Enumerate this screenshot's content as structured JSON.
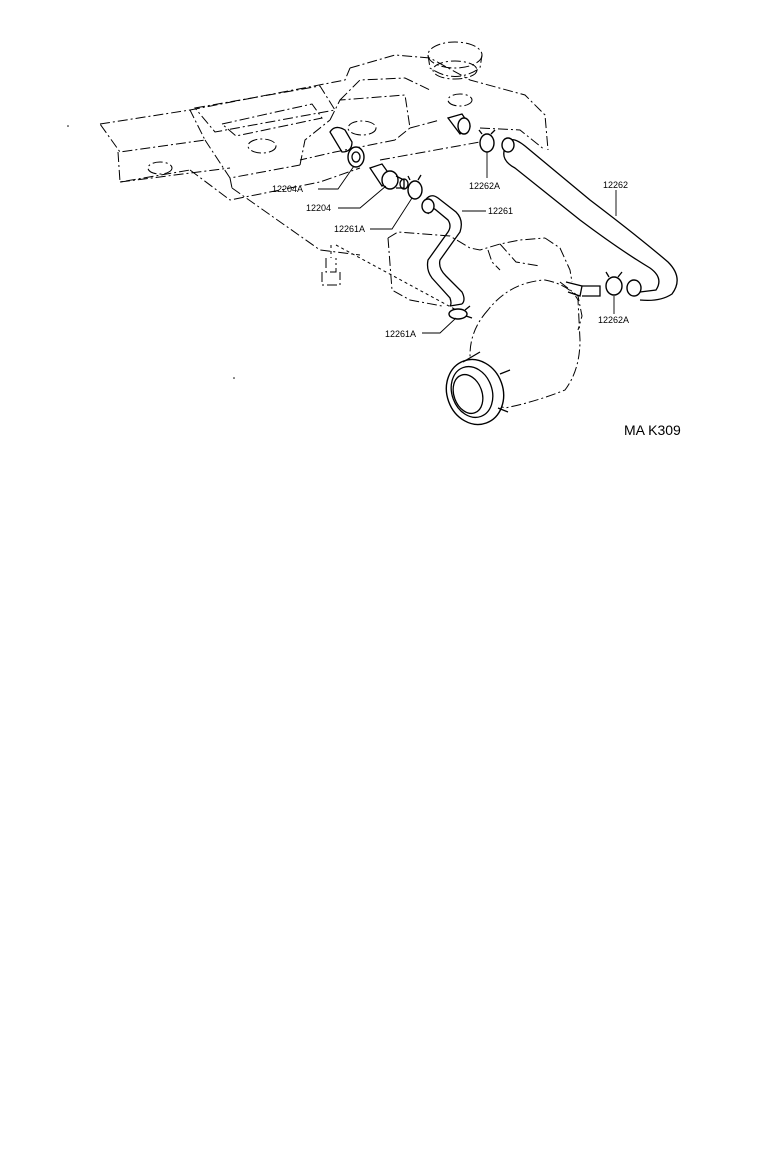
{
  "diagram": {
    "labels": {
      "p12204A": "12204A",
      "p12204": "12204",
      "p12261A_upper": "12261A",
      "p12261": "12261",
      "p12261A_lower": "12261A",
      "p12262A_upper": "12262A",
      "p12262": "12262",
      "p12262A_lower": "12262A"
    },
    "figure_code": "MA K309"
  }
}
